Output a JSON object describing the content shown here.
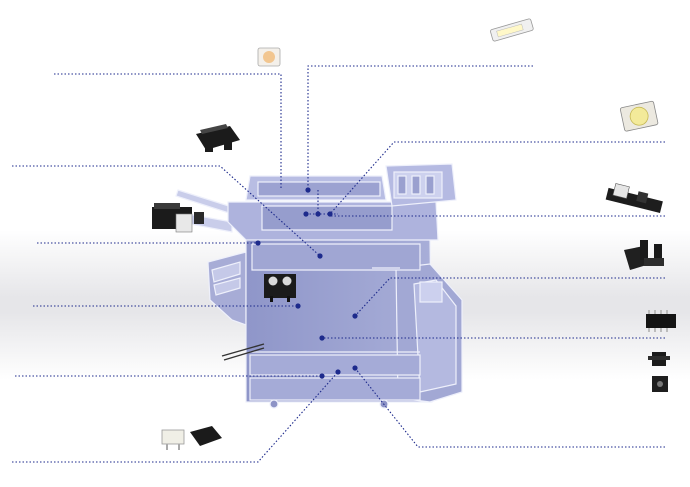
{
  "colors": {
    "machine_fill": "#9ea4d2",
    "machine_light": "#c3c8e7",
    "machine_outline": "#eef0fb",
    "leader_line": "#1d2a8c",
    "band_gray": "#e8e8ea",
    "component_black": "#1b1b1b",
    "component_white": "#f2f2f2"
  },
  "diagram": {
    "subject": "multifunction-printer-copier",
    "callouts": [
      {
        "id": "led-strip",
        "icon": "led-strip-component-icon"
      },
      {
        "id": "chip-led-orange",
        "icon": "chip-led-icon"
      },
      {
        "id": "power-led-yellow",
        "icon": "power-led-icon"
      },
      {
        "id": "photo-interrupter-top",
        "icon": "photo-interrupter-icon"
      },
      {
        "id": "sensor-module-board",
        "icon": "sensor-board-icon"
      },
      {
        "id": "connector-module",
        "icon": "connector-module-icon"
      },
      {
        "id": "transmissive-sensor",
        "icon": "transmissive-sensor-icon"
      },
      {
        "id": "relay-box",
        "icon": "relay-icon"
      },
      {
        "id": "smd-ic",
        "icon": "smd-ic-icon"
      },
      {
        "id": "reflective-sensor",
        "icon": "reflective-sensor-icon"
      },
      {
        "id": "slot-sensors",
        "icon": "slot-sensor-icon"
      },
      {
        "id": "wire-leads",
        "icon": "wire-leads-icon"
      },
      {
        "id": "photocouplers",
        "icon": "photocoupler-icon"
      }
    ]
  }
}
